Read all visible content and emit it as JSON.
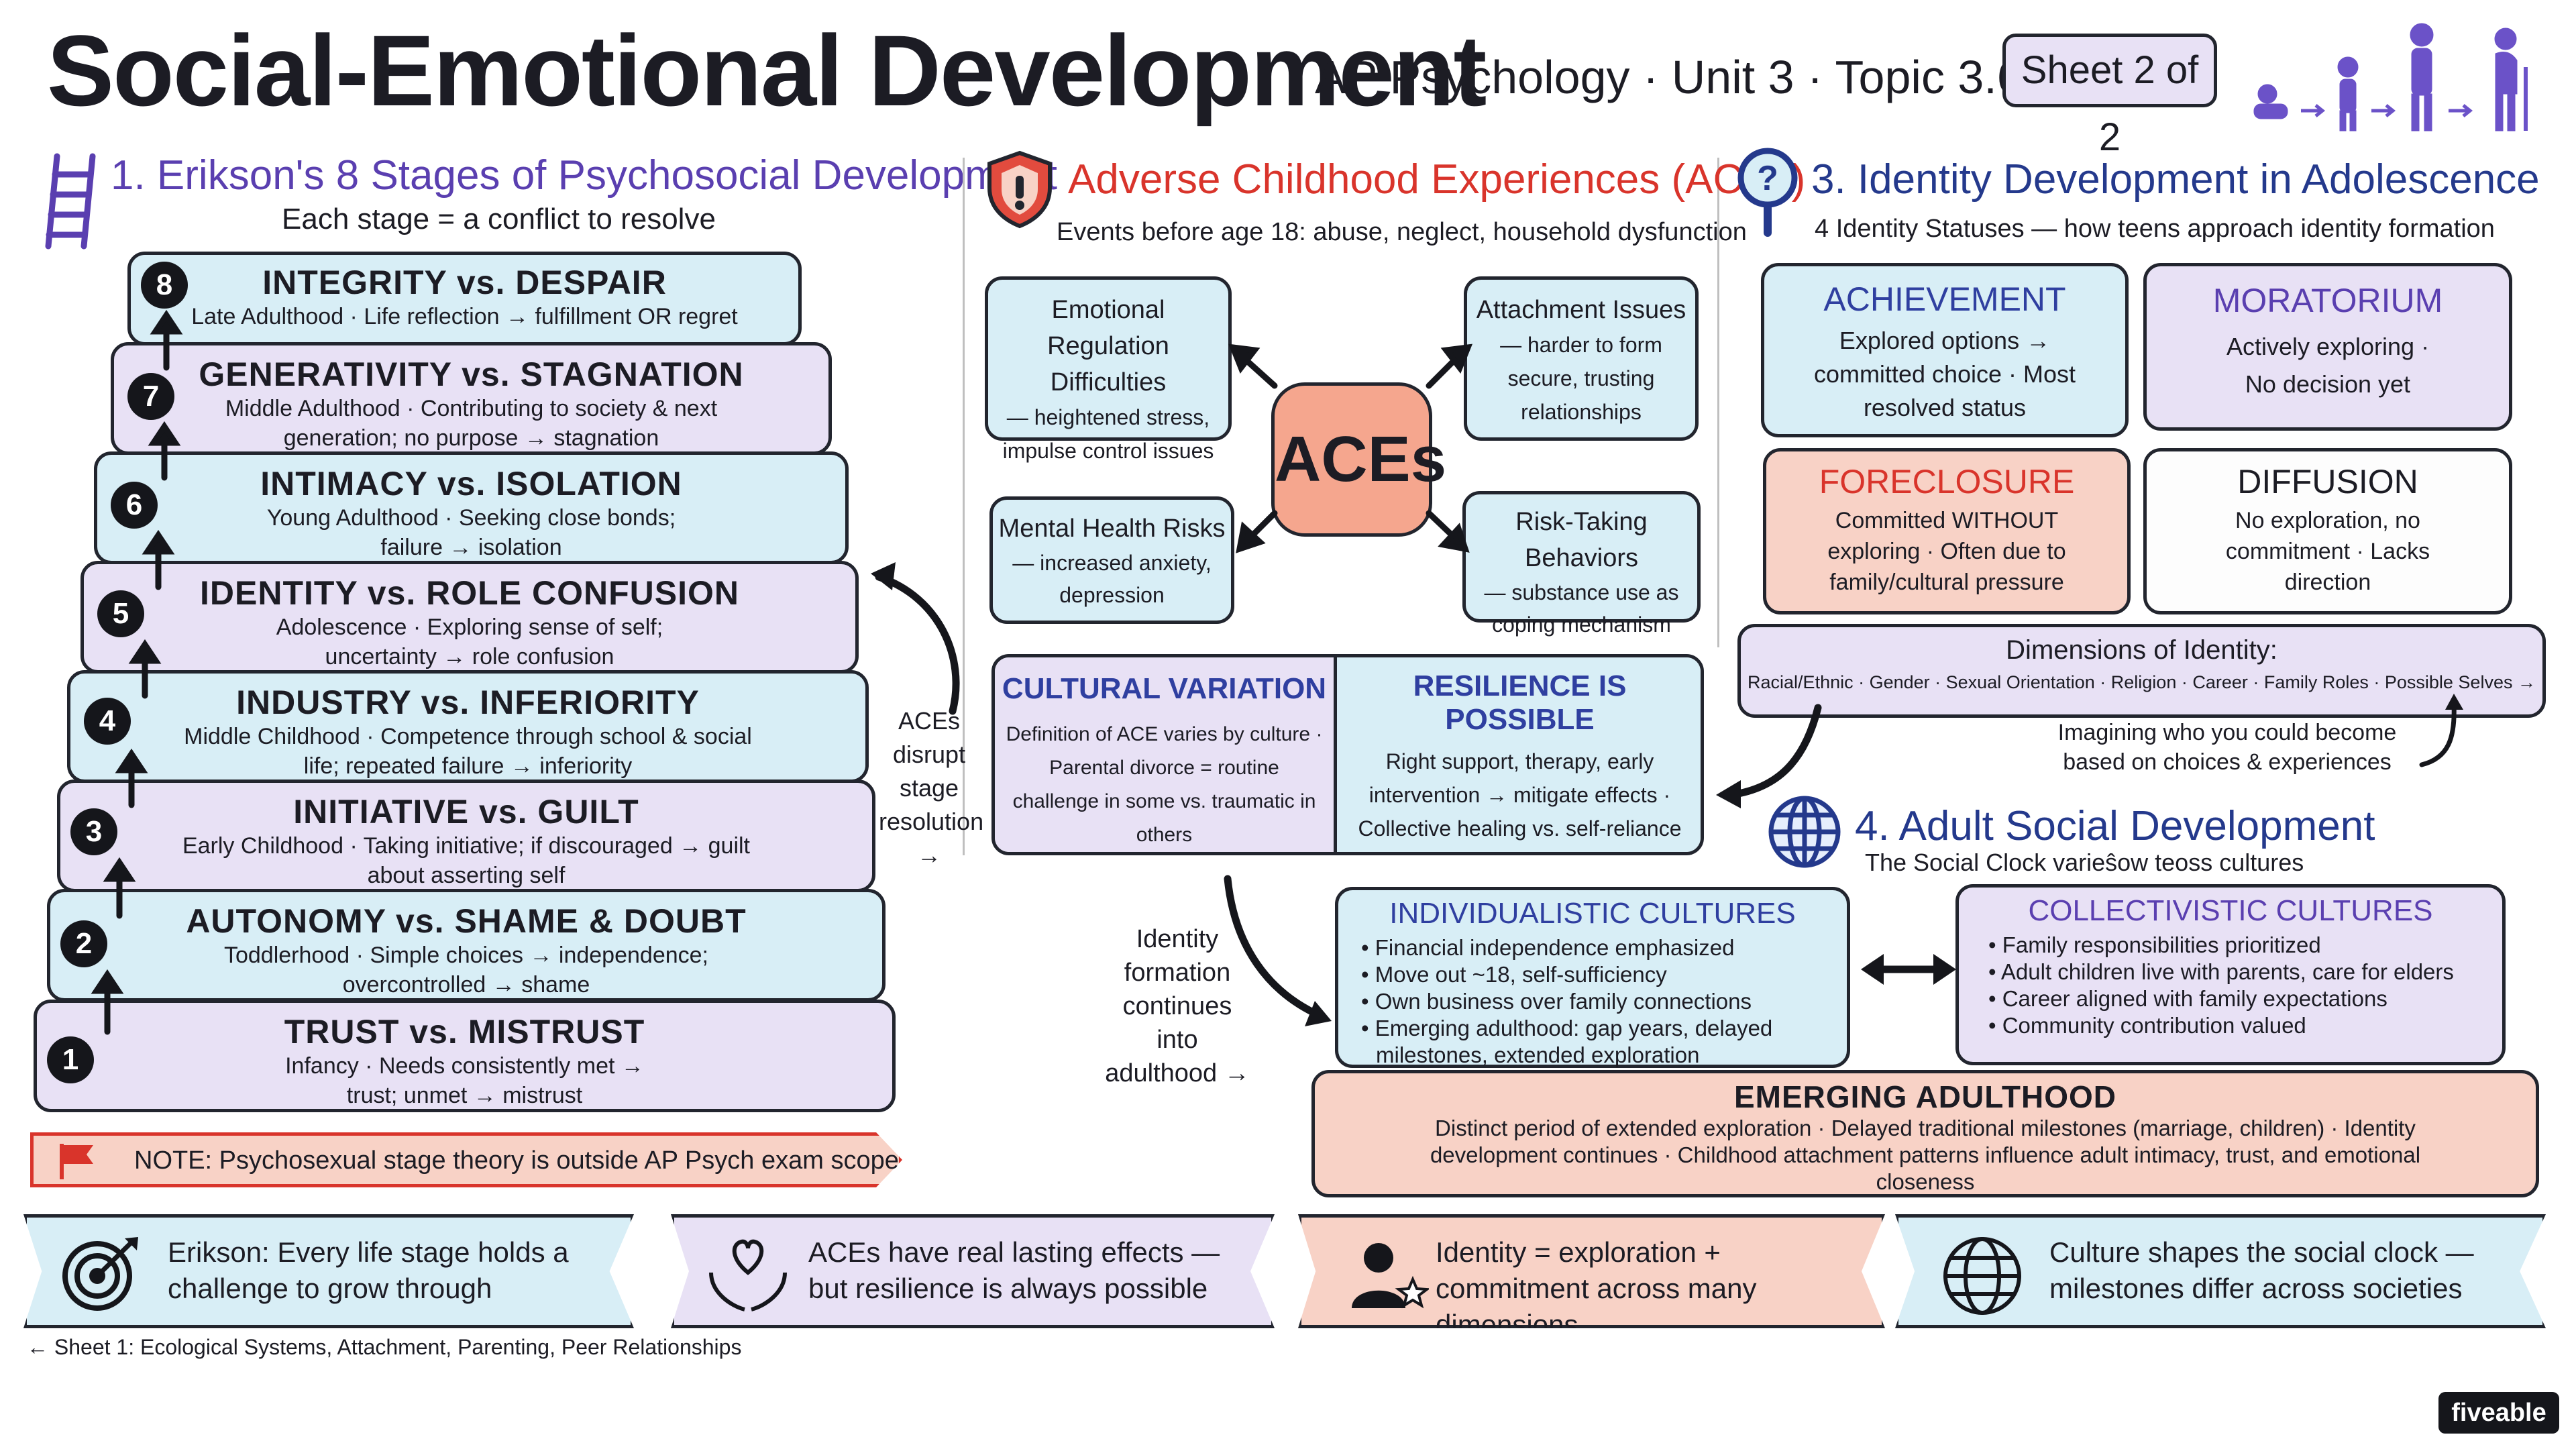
{
  "header": {
    "title": "Social-Emotional Development",
    "subtitle": "AP Psychology · Unit 3 · Topic 3.6",
    "sheet_badge": "Sheet 2 of 2",
    "lifespan_icon": "lifespan-figures-icon"
  },
  "erikson": {
    "title": "1. Erikson's 8 Stages of Psychosocial Development",
    "subtitle": "Each stage = a conflict to resolve",
    "icon": "ladder-icon",
    "stages": [
      {
        "num": "8",
        "title": "INTEGRITY vs. DESPAIR",
        "desc": "Late Adulthood · Life reflection → fulfillment OR regret"
      },
      {
        "num": "7",
        "title": "GENERATIVITY vs. STAGNATION",
        "desc": "Middle Adulthood · Contributing to society & next generation; no purpose → stagnation"
      },
      {
        "num": "6",
        "title": "INTIMACY vs. ISOLATION",
        "desc": "Young Adulthood · Seeking close bonds; failure → isolation"
      },
      {
        "num": "5",
        "title": "IDENTITY vs. ROLE CONFUSION",
        "desc": "Adolescence · Exploring sense of self; uncertainty → role confusion"
      },
      {
        "num": "4",
        "title": "INDUSTRY vs. INFERIORITY",
        "desc": "Middle Childhood · Competence through school & social life; repeated failure → inferiority"
      },
      {
        "num": "3",
        "title": "INITIATIVE vs. GUILT",
        "desc": "Early Childhood · Taking initiative; if discouraged → guilt about asserting self"
      },
      {
        "num": "2",
        "title": "AUTONOMY vs. SHAME & DOUBT",
        "desc": "Toddlerhood · Simple choices → independence; overcontrolled → shame"
      },
      {
        "num": "1",
        "title": "TRUST vs. MISTRUST",
        "desc": "Infancy · Needs consistently met → trust; unmet → mistrust"
      }
    ],
    "note": "NOTE: Psychosexual stage theory is outside AP Psych exam scope"
  },
  "aces": {
    "title": "Adverse Childhood Experiences (ACEs)",
    "subtitle": "Events before age 18: abuse, neglect, household dysfunction",
    "icon": "warning-shield-icon",
    "center": "ACEs",
    "effects": [
      {
        "title": "Emotional Regulation Difficulties",
        "desc": "— heightened stress, impulse control issues"
      },
      {
        "title": "Attachment Issues",
        "desc": "— harder to form secure, trusting relationships"
      },
      {
        "title": "Mental Health Risks",
        "desc": "— increased anxiety, depression"
      },
      {
        "title": "Risk-Taking Behaviors",
        "desc": "— substance use as coping mechanism"
      }
    ],
    "cultural_title": "CULTURAL VARIATION",
    "cultural_desc": "Definition of ACE varies by culture · Parental divorce = routine challenge in some vs. traumatic in others",
    "resilience_title": "RESILIENCE IS POSSIBLE",
    "resilience_desc": "Right support, therapy, early intervention → mitigate effects · Collective healing vs. self-reliance shaped by culture",
    "disrupt_note": "ACEs disrupt stage resolution →"
  },
  "identity": {
    "title": "3. Identity Development in Adolescence",
    "subtitle": "4 Identity Statuses — how teens approach identity formation",
    "icon": "magnifier-question-icon",
    "statuses": [
      {
        "title": "ACHIEVEMENT",
        "desc": "Explored options → committed choice · Most resolved status"
      },
      {
        "title": "MORATORIUM",
        "desc": "Actively exploring · No decision yet"
      },
      {
        "title": "FORECLOSURE",
        "desc": "Committed WITHOUT exploring · Often due to family/cultural pressure"
      },
      {
        "title": "DIFFUSION",
        "desc": "No exploration, no commitment · Lacks direction"
      }
    ],
    "dimensions_title": "Dimensions of Identity:",
    "dimensions_list": "Racial/Ethnic · Gender · Sexual Orientation · Religion · Career · Family Roles · Possible Selves →",
    "possible_selves_note": "Imagining who you could become based on choices & experiences"
  },
  "adult": {
    "title": "4. Adult Social Development",
    "subtitle": "The Social Clock varieŝow teoss cultures",
    "icon": "globe-icon",
    "identity_note": "Identity formation continues into adulthood →",
    "individualistic_title": "INDIVIDUALISTIC CULTURES",
    "individualistic_items": [
      "• Financial independence emphasized",
      "• Move out ~18, self-sufficiency",
      "• Own business over family connections",
      "• Emerging adulthood: gap years, delayed milestones, extended exploration"
    ],
    "collectivistic_title": "COLLECTIVISTIC CULTURES",
    "collectivistic_items": [
      "• Family responsibilities prioritized",
      "• Adult children live with parents, care for elders",
      "• Career aligned with family expectations",
      "• Community contribution valued"
    ],
    "emerging_title": "EMERGING ADULTHOOD",
    "emerging_desc": "Distinct period of extended exploration · Delayed traditional milestones (marriage, children) · Identity development continues · Childhood attachment patterns influence adult intimacy, trust, and emotional closeness"
  },
  "takeaways": [
    {
      "icon": "target-icon",
      "text": "Erikson: Every life stage holds a challenge to grow through"
    },
    {
      "icon": "heart-hands-icon",
      "text": "ACEs have real lasting effects — but resilience is always possible"
    },
    {
      "icon": "person-star-icon",
      "text": "Identity = exploration + commitment across many dimensions"
    },
    {
      "icon": "globe-icon",
      "text": "Culture shapes the social clock — milestones differ across societies"
    }
  ],
  "footer": {
    "prev_sheet": "← Sheet 1: Ecological Systems, Attachment, Parenting, Peer Relationships",
    "brand": "fiveable"
  },
  "colors": {
    "blue_fill": "#d8eef6",
    "lavender_fill": "#e8e1f5",
    "peach_fill": "#f8d2c6",
    "purple_accent": "#5a3fb0",
    "red_accent": "#d9342b",
    "navy_accent": "#24398c"
  }
}
